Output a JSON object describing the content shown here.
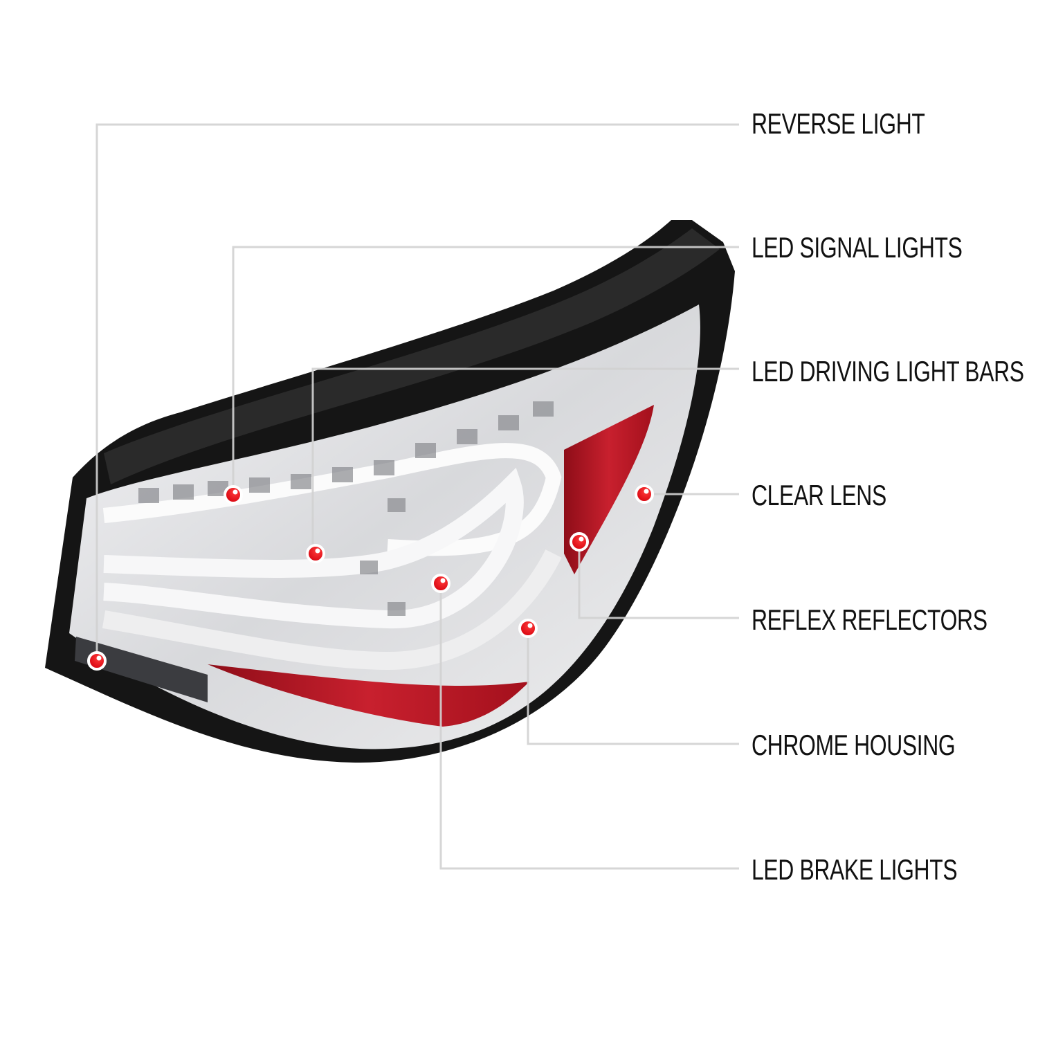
{
  "callouts": [
    {
      "id": "reverse-light",
      "label": "REVERSE LIGHT"
    },
    {
      "id": "led-signal-lights",
      "label": "LED SIGNAL LIGHTS"
    },
    {
      "id": "led-driving-light-bars",
      "label": "LED DRIVING LIGHT BARS"
    },
    {
      "id": "clear-lens",
      "label": "CLEAR LENS"
    },
    {
      "id": "reflex-reflectors",
      "label": "REFLEX REFLECTORS"
    },
    {
      "id": "chrome-housing",
      "label": "CHROME HOUSING"
    },
    {
      "id": "led-brake-lights",
      "label": "LED BRAKE LIGHTS"
    }
  ],
  "colors": {
    "marker": "#e0000f",
    "leader": "#d2d2d2",
    "housing": "#111111",
    "reflector": "#b3121f"
  }
}
